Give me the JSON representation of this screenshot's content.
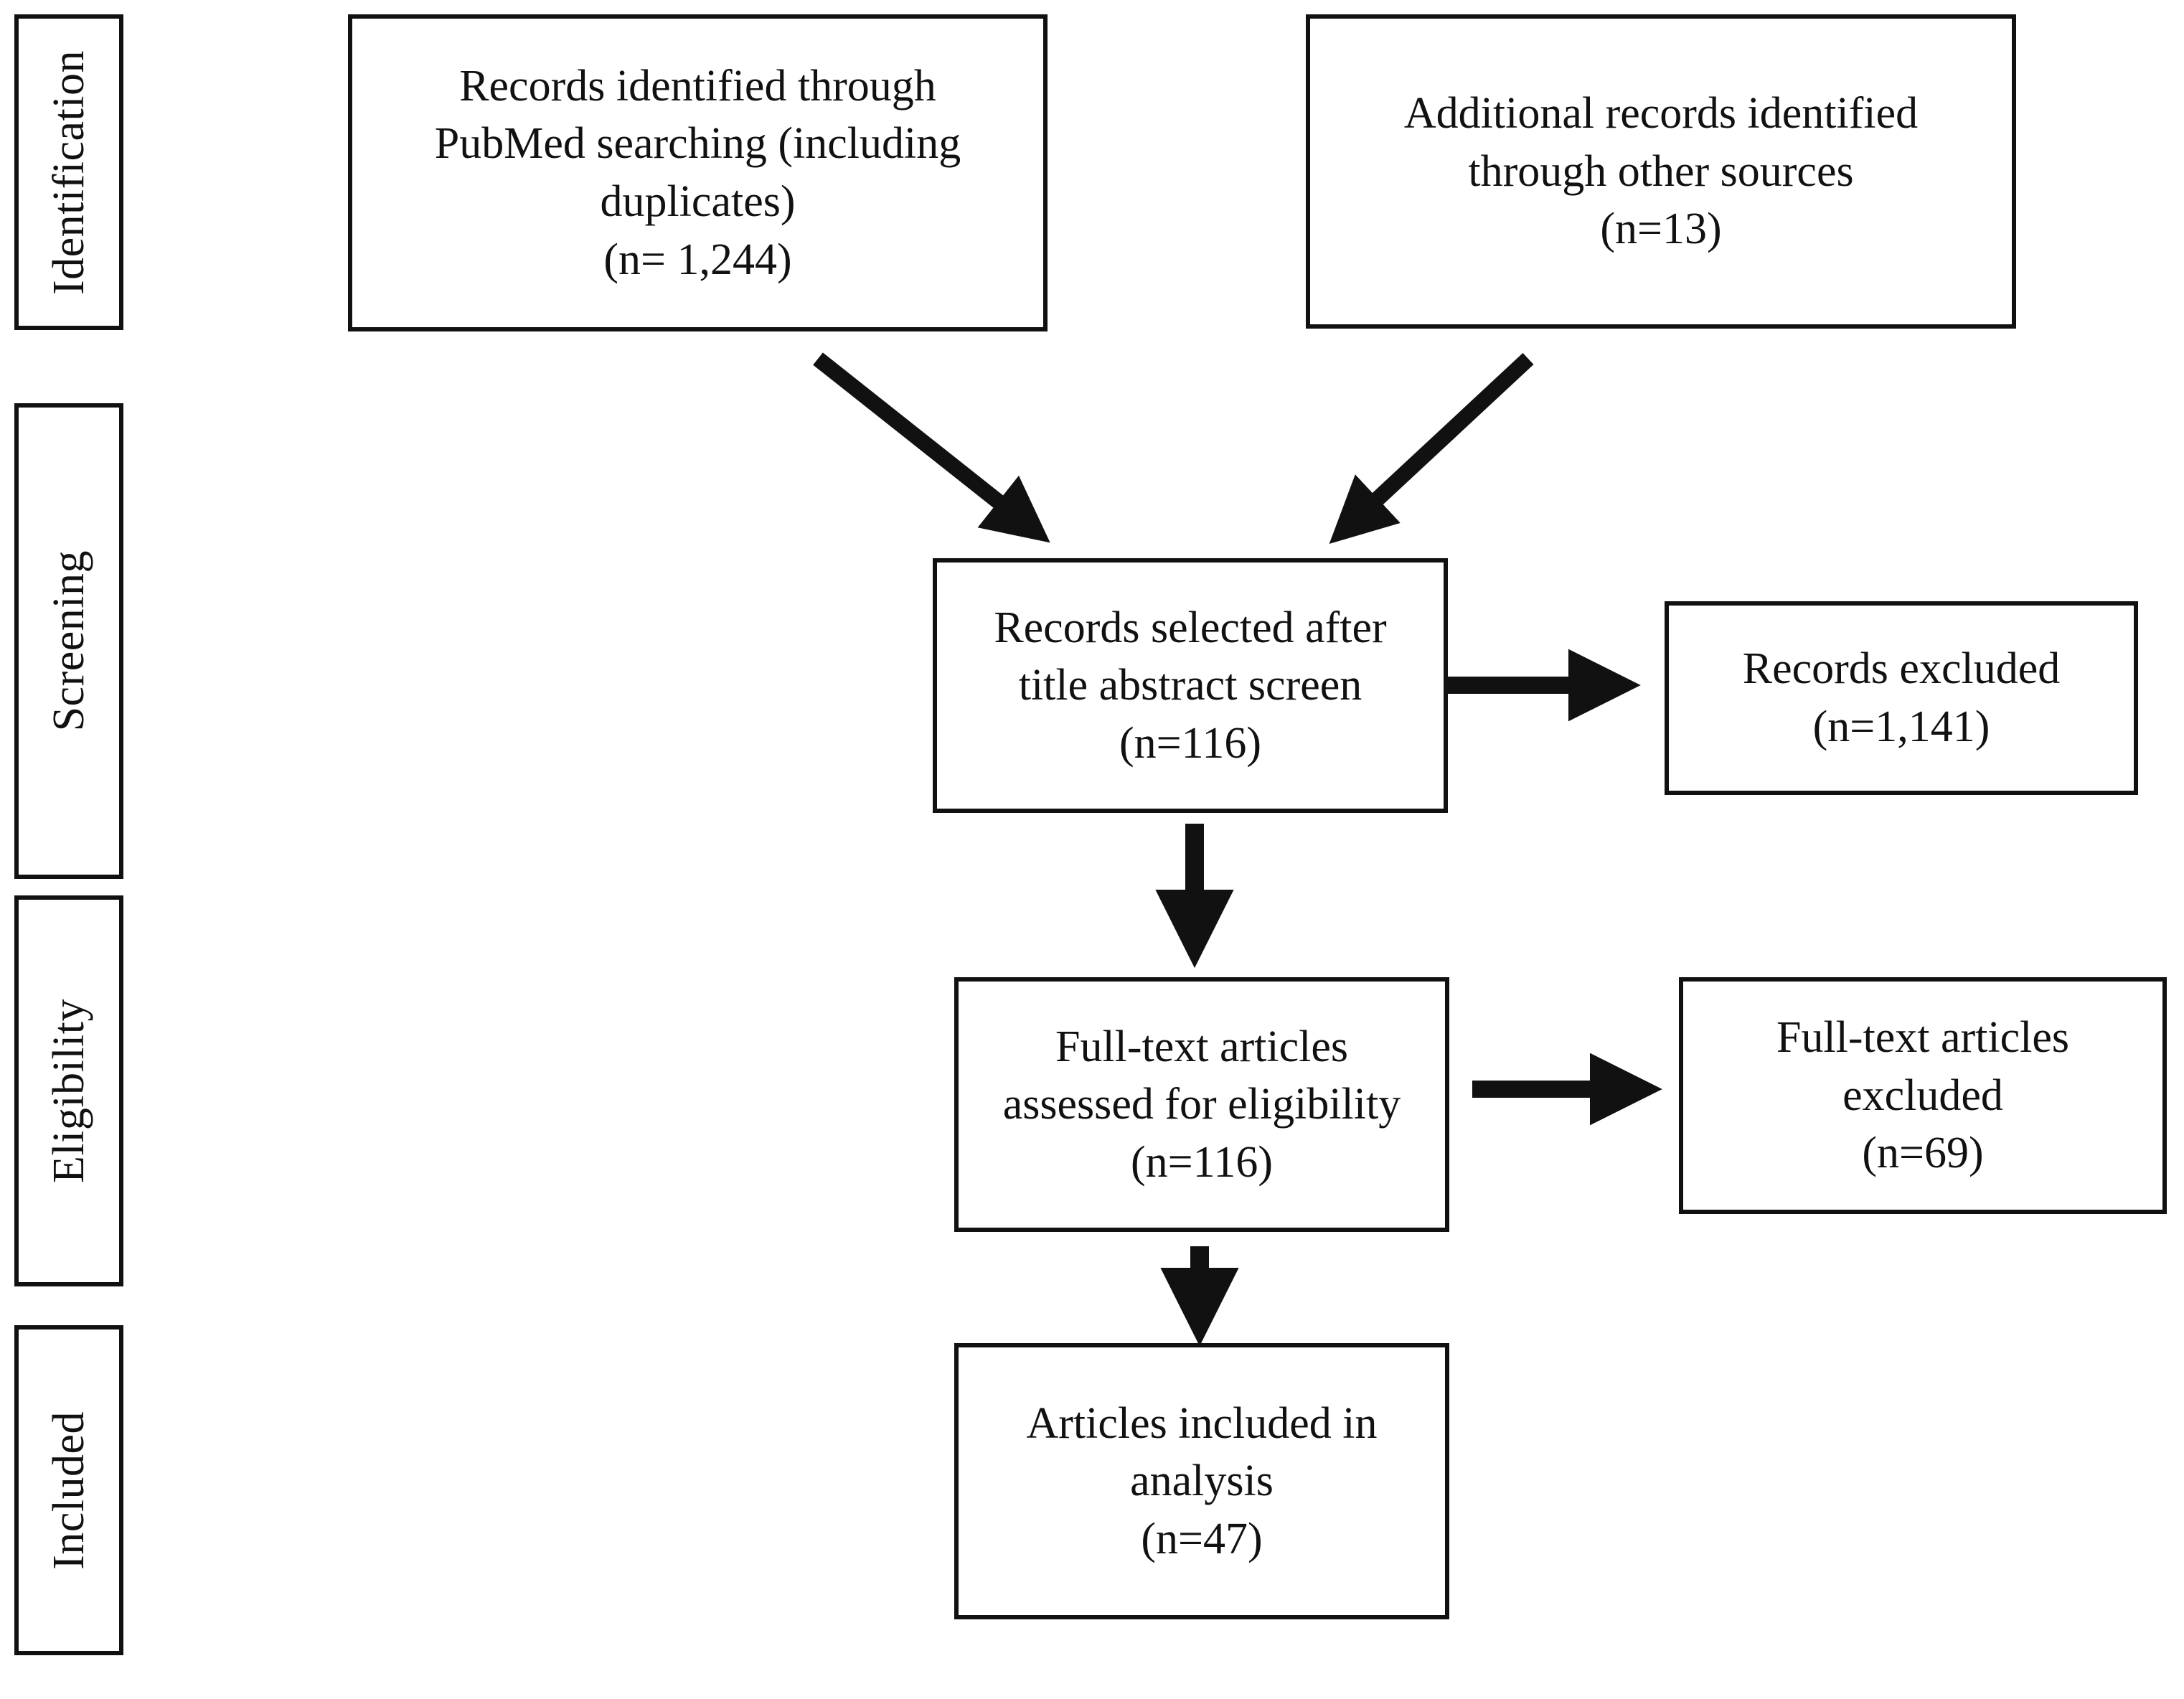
{
  "diagram": {
    "type": "prisma-flow-diagram",
    "stage_labels": [
      {
        "id": "identification",
        "label": "Identification"
      },
      {
        "id": "screening",
        "label": "Screening"
      },
      {
        "id": "eligibility",
        "label": "Eligibility"
      },
      {
        "id": "included",
        "label": "Included"
      }
    ],
    "nodes": {
      "records_identified": {
        "line1": "Records identified through",
        "line2": "PubMed searching (including",
        "line3": "duplicates)",
        "line4": "(n= 1,244)",
        "count": 1244
      },
      "additional_records": {
        "line1": "Additional records identified",
        "line2": "through other sources",
        "line3": "(n=13)",
        "count": 13
      },
      "records_selected": {
        "line1": "Records selected after",
        "line2": "title abstract screen",
        "line3": "(n=116)",
        "count": 116
      },
      "records_excluded": {
        "line1": "Records excluded",
        "line2": "(n=1,141)",
        "count": 1141
      },
      "fulltext_assessed": {
        "line1": "Full-text articles",
        "line2": "assessed for eligibility",
        "line3": "(n=116)",
        "count": 116
      },
      "fulltext_excluded": {
        "line1": "Full-text articles",
        "line2": "excluded",
        "line3": "(n=69)",
        "count": 69
      },
      "articles_included": {
        "line1": "Articles included in",
        "line2": "analysis",
        "line3": "(n=47)",
        "count": 47
      }
    },
    "colors": {
      "stroke": "#111111",
      "background": "#ffffff",
      "text": "#111111"
    }
  }
}
